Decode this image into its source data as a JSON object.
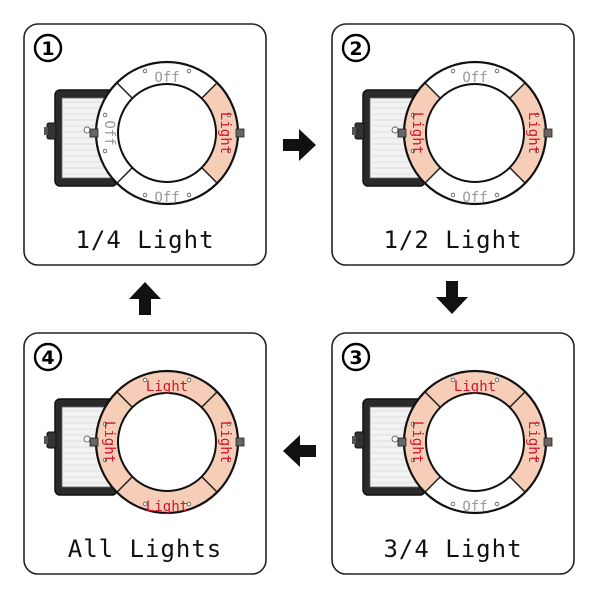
{
  "colors": {
    "light_fill": "#f6cdb7",
    "light_text": "#d2142d",
    "off_fill": "#ffffff",
    "off_text": "#9a9a9a",
    "panel_border": "#222222",
    "arrow": "#111111"
  },
  "steps": [
    {
      "number": "1",
      "caption": "1/4 Light",
      "segments": {
        "top": "off",
        "right": "light",
        "bottom": "off",
        "left": "off"
      },
      "labels": {
        "top": "Off",
        "right": "Light",
        "bottom": "Off",
        "left": "Off"
      }
    },
    {
      "number": "2",
      "caption": "1/2 Light",
      "segments": {
        "top": "off",
        "right": "light",
        "bottom": "off",
        "left": "light"
      },
      "labels": {
        "top": "Off",
        "right": "Light",
        "bottom": "Off",
        "left": "Light"
      }
    },
    {
      "number": "3",
      "caption": "3/4 Light",
      "segments": {
        "top": "light",
        "right": "light",
        "bottom": "off",
        "left": "light"
      },
      "labels": {
        "top": "Light",
        "right": "Light",
        "bottom": "Off",
        "left": "Light"
      }
    },
    {
      "number": "4",
      "caption": "All Lights",
      "segments": {
        "top": "light",
        "right": "light",
        "bottom": "light",
        "left": "light"
      },
      "labels": {
        "top": "Light",
        "right": "Light",
        "bottom": "Light",
        "left": "Light"
      }
    }
  ],
  "arrows": [
    {
      "from": "1",
      "to": "2",
      "direction": "right"
    },
    {
      "from": "2",
      "to": "3",
      "direction": "down"
    },
    {
      "from": "3",
      "to": "4",
      "direction": "left"
    },
    {
      "from": "4",
      "to": "1",
      "direction": "up"
    }
  ]
}
